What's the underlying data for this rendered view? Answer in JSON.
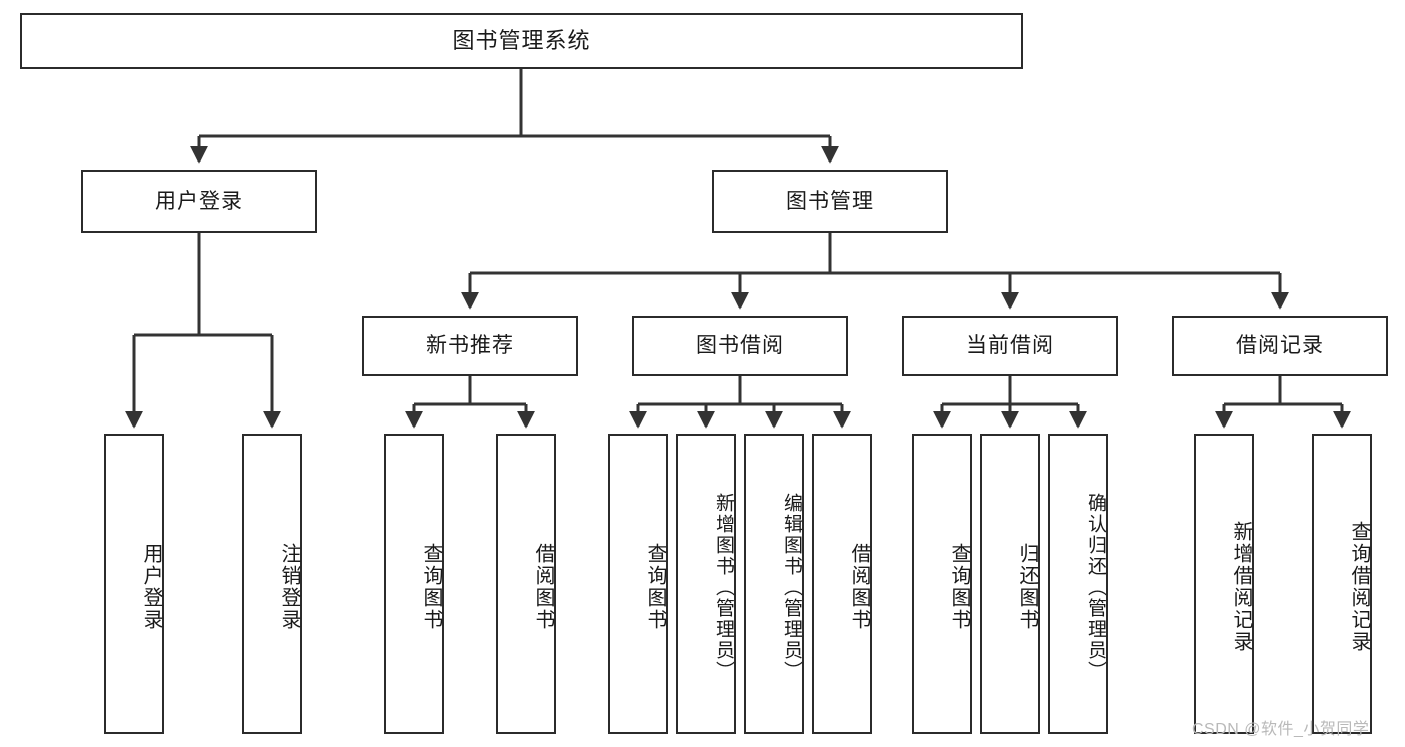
{
  "diagram": {
    "title": "图书管理系统",
    "type": "tree",
    "watermark": "CSDN @软件_小贺同学",
    "colors": {
      "box_border": "#2b2b2b",
      "box_fill": "#ffffff",
      "edge": "#333333",
      "text": "#1a1a1a",
      "watermark": "#b9b9b9",
      "background": "#ffffff"
    },
    "levels": {
      "root": "图书管理系统",
      "level2": [
        "用户登录",
        "图书管理"
      ],
      "level3": [
        "新书推荐",
        "图书借阅",
        "当前借阅",
        "借阅记录"
      ]
    }
  },
  "nodes": {
    "root": {
      "label": "图书管理系统"
    },
    "user_login": {
      "label": "用户登录"
    },
    "book_manage": {
      "label": "图书管理"
    },
    "new_book_rec": {
      "label": "新书推荐"
    },
    "book_borrow": {
      "label": "图书借阅"
    },
    "current_borrow": {
      "label": "当前借阅"
    },
    "borrow_record": {
      "label": "借阅记录"
    },
    "leaf_user_login": {
      "label": "用户登录"
    },
    "leaf_logout": {
      "label": "注销登录"
    },
    "leaf_query_book_1": {
      "label": "查询图书"
    },
    "leaf_borrow_book_1": {
      "label": "借阅图书"
    },
    "leaf_query_book_2": {
      "label": "查询图书"
    },
    "leaf_add_book": {
      "label": "新增图书（管理员）"
    },
    "leaf_edit_book": {
      "label": "编辑图书（管理员）"
    },
    "leaf_borrow_book_2": {
      "label": "借阅图书"
    },
    "leaf_query_book_3": {
      "label": "查询图书"
    },
    "leaf_return_book": {
      "label": "归还图书"
    },
    "leaf_confirm_return": {
      "label": "确认归还（管理员）"
    },
    "leaf_add_record": {
      "label": "新增借阅记录"
    },
    "leaf_query_record": {
      "label": "查询借阅记录"
    }
  },
  "edges": [
    {
      "from": "root",
      "to": "user_login"
    },
    {
      "from": "root",
      "to": "book_manage"
    },
    {
      "from": "user_login",
      "to": "leaf_user_login"
    },
    {
      "from": "user_login",
      "to": "leaf_logout"
    },
    {
      "from": "book_manage",
      "to": "new_book_rec"
    },
    {
      "from": "book_manage",
      "to": "book_borrow"
    },
    {
      "from": "book_manage",
      "to": "current_borrow"
    },
    {
      "from": "book_manage",
      "to": "borrow_record"
    },
    {
      "from": "new_book_rec",
      "to": "leaf_query_book_1"
    },
    {
      "from": "new_book_rec",
      "to": "leaf_borrow_book_1"
    },
    {
      "from": "book_borrow",
      "to": "leaf_query_book_2"
    },
    {
      "from": "book_borrow",
      "to": "leaf_add_book"
    },
    {
      "from": "book_borrow",
      "to": "leaf_edit_book"
    },
    {
      "from": "book_borrow",
      "to": "leaf_borrow_book_2"
    },
    {
      "from": "current_borrow",
      "to": "leaf_query_book_3"
    },
    {
      "from": "current_borrow",
      "to": "leaf_return_book"
    },
    {
      "from": "current_borrow",
      "to": "leaf_confirm_return"
    },
    {
      "from": "borrow_record",
      "to": "leaf_add_record"
    },
    {
      "from": "borrow_record",
      "to": "leaf_query_record"
    }
  ]
}
